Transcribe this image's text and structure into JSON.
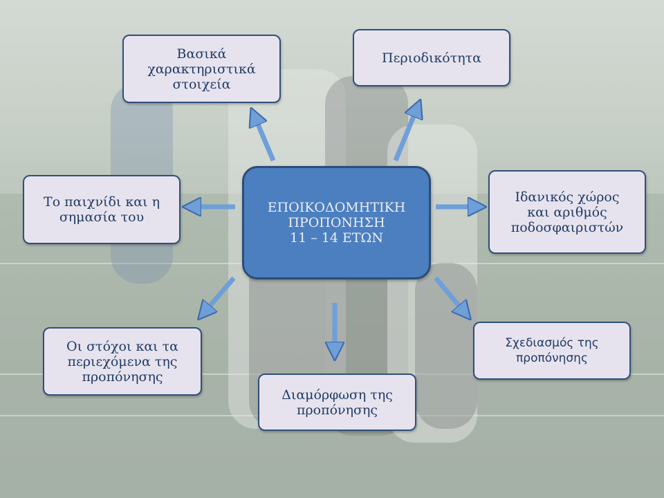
{
  "center": {
    "text": "ΕΠΟΙΚΟΔΟΜΗΤΙΚΗ\nΠΡΟΠΟΝΗΣΗ\n11 – 14  ΕΤΩΝ"
  },
  "nodes": {
    "basic_features": "Βασικά\nχαρακτηριστικά\nστοιχεία",
    "periodicity": "Περιοδικότητα",
    "game_importance": "Το παιχνίδι και η\nσημασία του",
    "ideal_space": "Ιδανικός χώρος\nκαι αριθμός\nποδοσφαιριστών",
    "goals_contents": "Οι  στόχοι και τα\nπεριεχόμενα της\nπροπόνησης",
    "training_shaping": "Διαμόρφωση της\nπροπόνησης",
    "training_planning": "Σχεδιασμός της\nπροπόνησης"
  },
  "colors": {
    "box_fill": "#e7e3ee",
    "box_border": "#2f4f7a",
    "center_fill": "#4c7fbf",
    "arrow_fill": "#6f9fd8",
    "text": "#1f3b66"
  }
}
